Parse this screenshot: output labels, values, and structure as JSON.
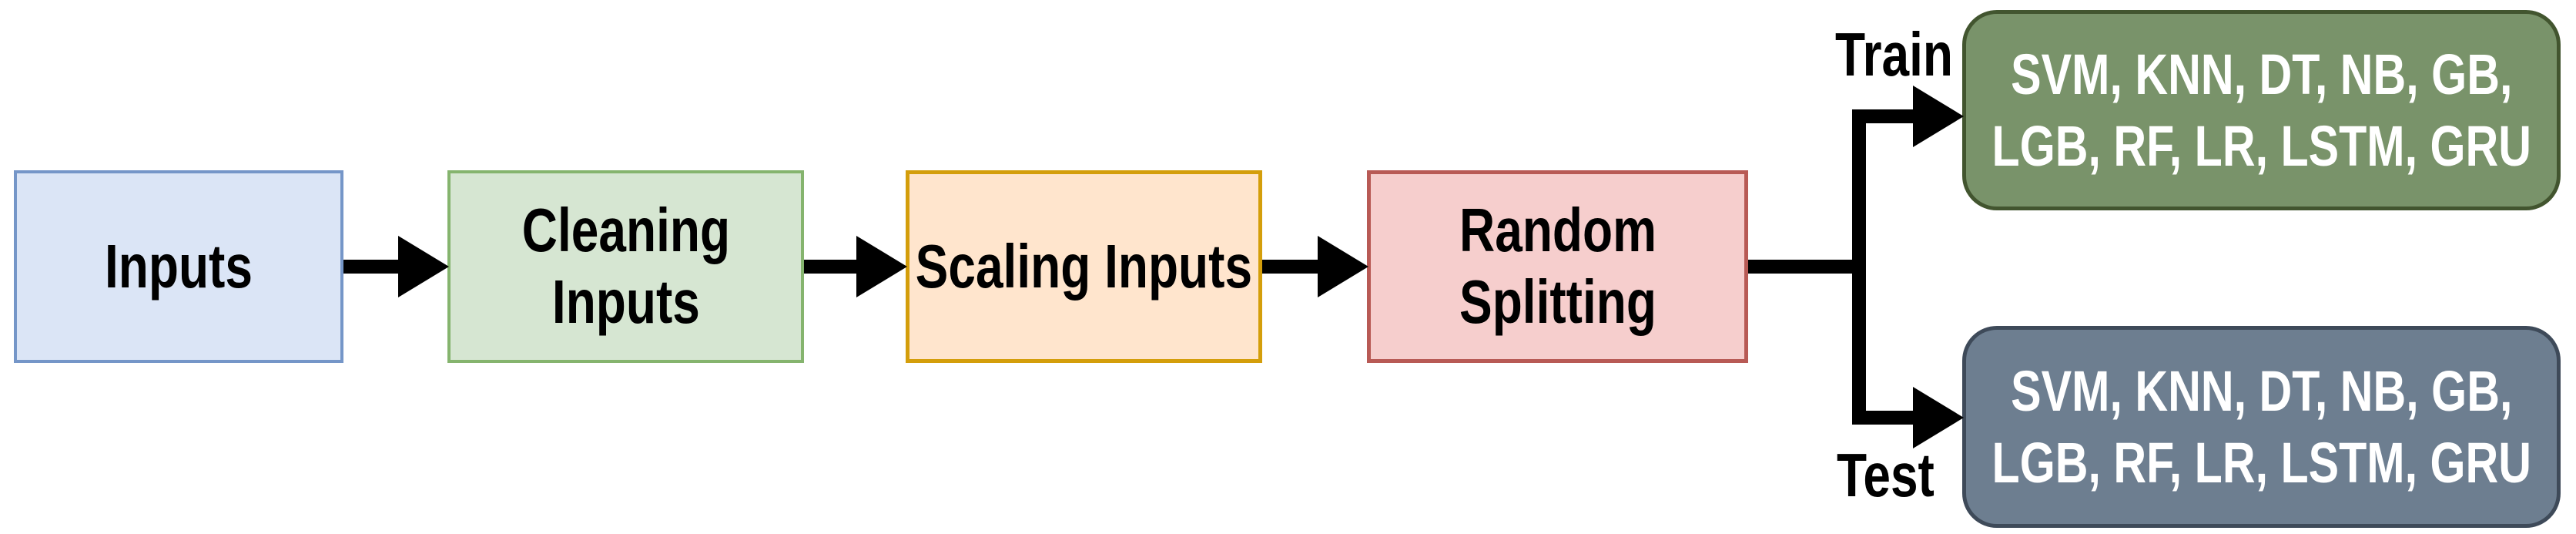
{
  "flowchart": {
    "background": "#ffffff",
    "arrow_color": "#000000",
    "nodes": [
      {
        "id": "inputs",
        "lines": [
          "Inputs"
        ],
        "fill": "#dbe5f6",
        "border_color": "#7596c8",
        "text_color": "#000000"
      },
      {
        "id": "cleaning-inputs",
        "lines": [
          "Cleaning",
          "Inputs"
        ],
        "fill": "#d6e6d2",
        "border_color": "#85b46e",
        "text_color": "#000000"
      },
      {
        "id": "scaling-inputs",
        "lines": [
          "Scaling Inputs"
        ],
        "fill": "#ffe5cd",
        "border_color": "#d49e0b",
        "text_color": "#000000"
      },
      {
        "id": "random-splitting",
        "lines": [
          "Random",
          "Splitting"
        ],
        "fill": "#f6cecd",
        "border_color": "#b85a55",
        "text_color": "#000000"
      },
      {
        "id": "train-models",
        "lines": [
          "SVM, KNN, DT, NB, GB,",
          "LGB, RF, LR, LSTM, GRU"
        ],
        "fill": "#79936a",
        "border_color": "#42552f",
        "text_color": "#ffffff"
      },
      {
        "id": "test-models",
        "lines": [
          "SVM, KNN, DT, NB, GB,",
          "LGB, RF, LR, LSTM, GRU"
        ],
        "fill": "#6d7e90",
        "border_color": "#3e4a59",
        "text_color": "#ffffff"
      }
    ],
    "edge_labels": {
      "train": "Train",
      "test": "Test"
    }
  }
}
